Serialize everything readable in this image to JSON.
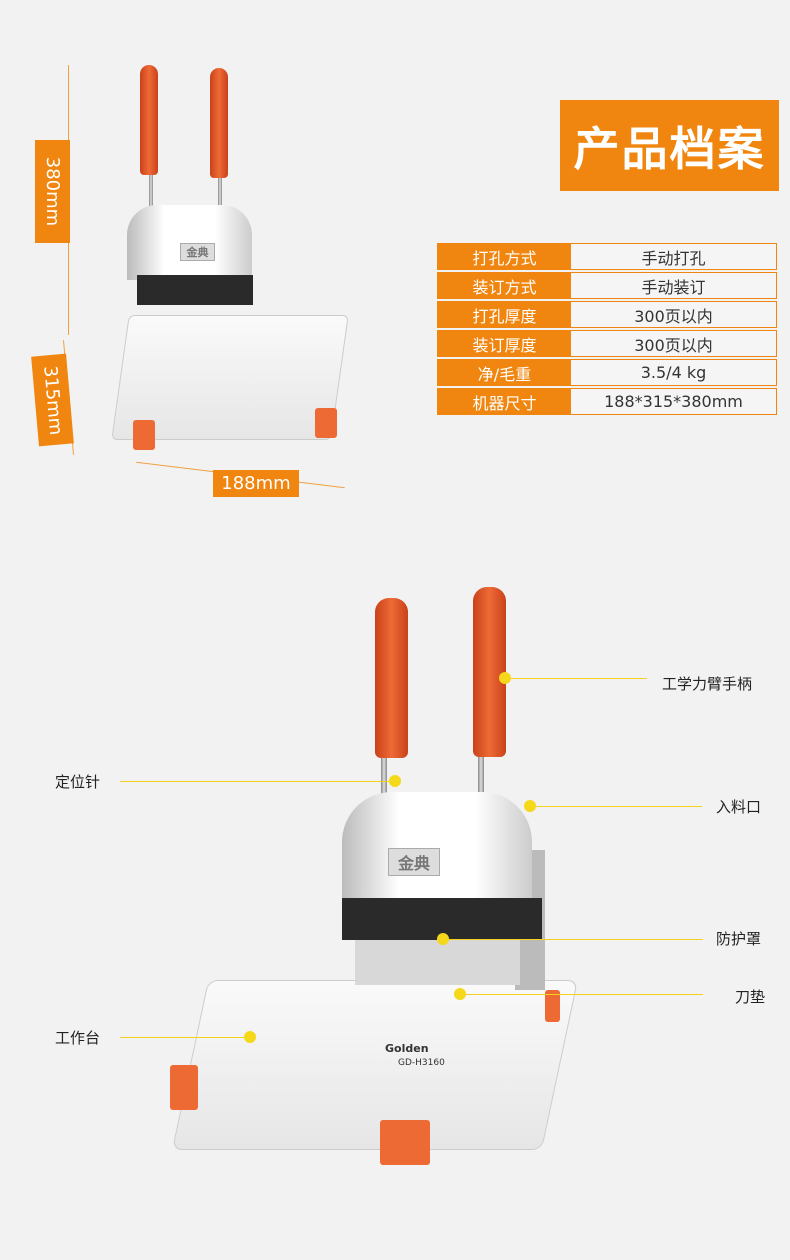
{
  "title": "产品档案",
  "specs": [
    {
      "label": "打孔方式",
      "value": "手动打孔"
    },
    {
      "label": "装订方式",
      "value": "手动装订"
    },
    {
      "label": "打孔厚度",
      "value": "300页以内"
    },
    {
      "label": "装订厚度",
      "value": "300页以内"
    },
    {
      "label": "净/毛重",
      "value": "3.5/4 kg"
    },
    {
      "label": "机器尺寸",
      "value": "188*315*380mm"
    }
  ],
  "dimensions": {
    "height": "380mm",
    "depth": "315mm",
    "width": "188mm"
  },
  "machine": {
    "brand_logo": "金典",
    "brand": "Golden",
    "model": "GD-H3160"
  },
  "callouts": {
    "handle": "工学力臂手柄",
    "pin": "定位针",
    "feed": "入料口",
    "guard": "防护罩",
    "pad": "刀垫",
    "table": "工作台"
  },
  "colors": {
    "accent": "#f0860f",
    "callout": "#f6d81b"
  }
}
